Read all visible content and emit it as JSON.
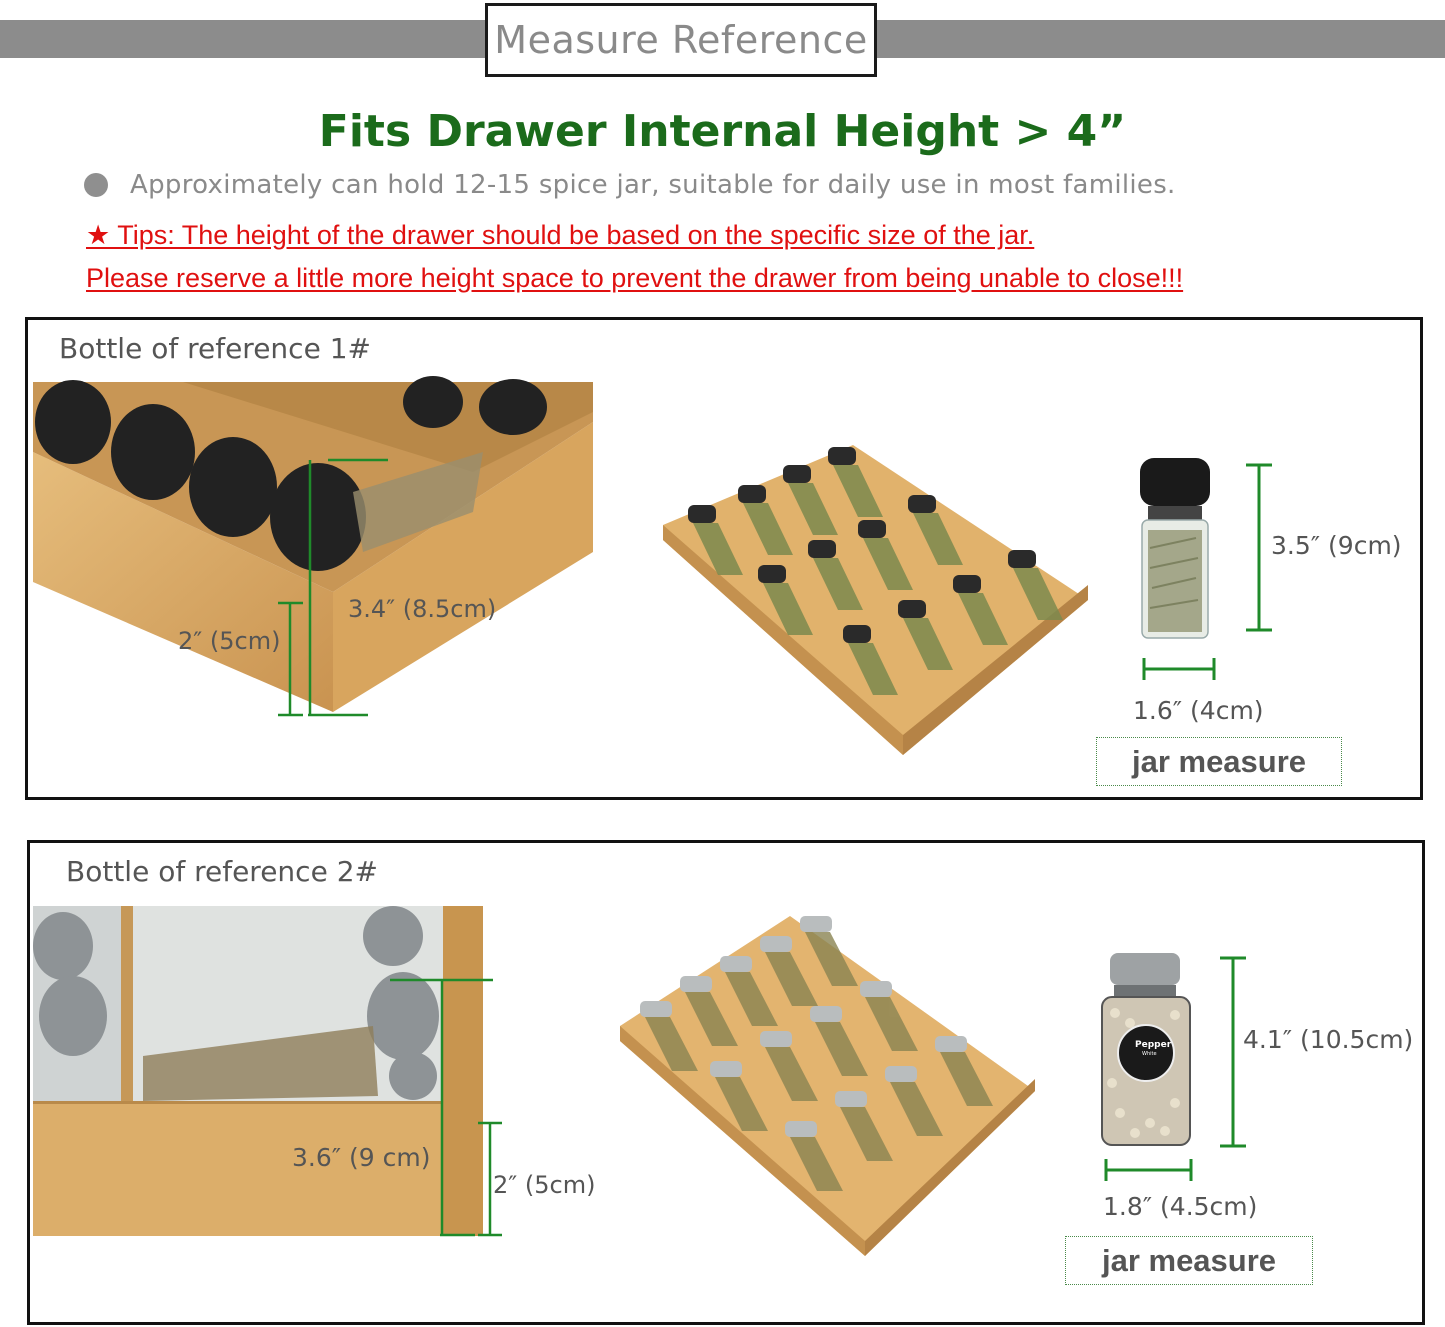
{
  "header": {
    "title": "Measure Reference",
    "headline": "Fits Drawer Internal Height > 4”",
    "bullet": "Approximately can hold 12-15 spice jar, suitable for daily use in most families.",
    "tip_line1": "★ Tips: The height of the drawer should be based on the specific size of the jar.",
    "tip_line2": "Please reserve a little more height space to prevent the drawer from being unable to close!!!"
  },
  "panel1": {
    "label": "Bottle of reference 1#",
    "drawer_side_height": "2″ (5cm)",
    "drawer_jar_height": "3.4″ (8.5cm)",
    "jar_height": "3.5″ (9cm)",
    "jar_width": "1.6″ (4cm)",
    "jar_caption": "jar measure"
  },
  "panel2": {
    "label": "Bottle of reference 2#",
    "drawer_jar_height": "3.6″ (9 cm)",
    "drawer_side_height": "2″ (5cm)",
    "jar_height": "4.1″ (10.5cm)",
    "jar_width": "1.8″ (4.5cm)",
    "jar_caption": "jar measure",
    "jar_label_line1": "Pepper",
    "jar_label_line2": "White"
  },
  "colors": {
    "headline_green": "#1b6b1b",
    "measure_green": "#1f8a2a",
    "tip_red": "#e01010",
    "bamboo": "#d9a85c"
  }
}
